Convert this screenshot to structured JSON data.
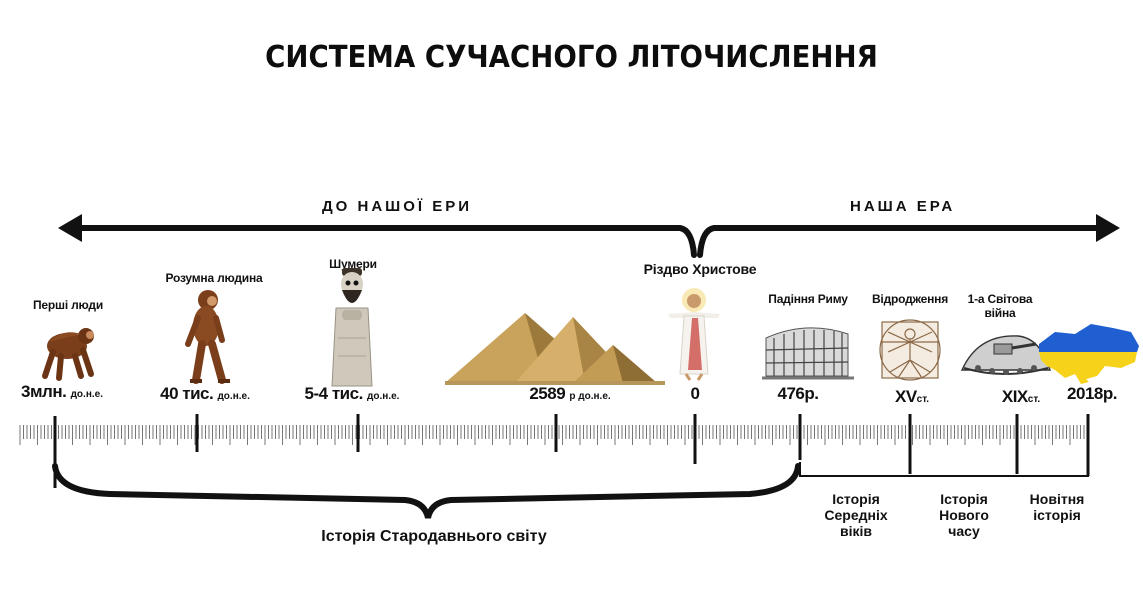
{
  "title": "СИСТЕМА СУЧАСНОГО ЛІТОЧИСЛЕННЯ",
  "eras": {
    "bc": "ДО НАШОЇ ЕРИ",
    "ad": "НАША ЕРА"
  },
  "events": [
    {
      "id": "first-people",
      "label": "Перші люди",
      "date_main": "3млн.",
      "date_suffix": "до.н.е.",
      "icon": "primitive-hominid-icon"
    },
    {
      "id": "homo-sapiens",
      "label": "Розумна людина",
      "date_main": "40 тис.",
      "date_suffix": "до.н.е.",
      "icon": "walking-hominid-icon"
    },
    {
      "id": "sumerians",
      "label": "Шумери",
      "date_main": "5-4 тис.",
      "date_suffix": "до.н.е.",
      "icon": "sumerian-statue-icon"
    },
    {
      "id": "pyramids",
      "label": "",
      "date_main": "2589",
      "date_suffix": "р до.н.е.",
      "icon": "pyramids-icon"
    },
    {
      "id": "nativity",
      "label": "Різдво Христове",
      "date_main": "0",
      "date_suffix": "",
      "icon": "jesus-figure-icon"
    },
    {
      "id": "fall-of-rome",
      "label": "Падіння Риму",
      "date_main": "476р.",
      "date_suffix": "",
      "icon": "colosseum-icon"
    },
    {
      "id": "renaissance",
      "label": "Відродження",
      "date_main": "XV",
      "date_suffix": "ст.",
      "icon": "vitruvian-man-icon"
    },
    {
      "id": "ww1",
      "label": "1-а Світова\nвійна",
      "date_main": "XIX",
      "date_suffix": "ст.",
      "icon": "tank-icon"
    },
    {
      "id": "ukraine-2018",
      "label": "",
      "date_main": "2018р.",
      "date_suffix": "",
      "icon": "ukraine-map-icon"
    }
  ],
  "periods": {
    "ancient": "Історія Стародавнього світу",
    "middle": "Історія\nСередніх\nвіків",
    "modern": "Історія\nНового\nчасу",
    "recent": "Новітня\nісторія"
  },
  "colors": {
    "ink": "#111111",
    "ukraine_blue": "#1f5fd1",
    "ukraine_yellow": "#f6d21b",
    "ape_brown": "#7a3e1a",
    "pyramid_sand": "#c9a35c",
    "stone_gray": "#c8c4ba"
  }
}
